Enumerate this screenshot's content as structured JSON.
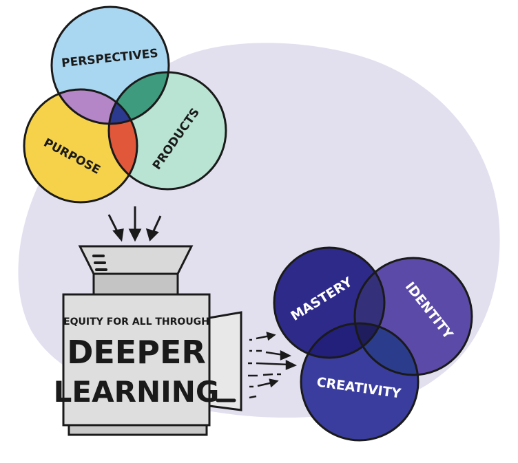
{
  "top_venn": {
    "perspectives": "PERSPECTIVES",
    "purpose": "PURPOSE",
    "products": "PRODUCTS"
  },
  "machine": {
    "line1": "EQUITY FOR ALL THROUGH",
    "line2": "DEEPER",
    "line3": "LEARNING"
  },
  "bottom_venn": {
    "mastery": "MASTERY",
    "identity": "IDENTITY",
    "creativity": "CREATIVITY"
  },
  "colors": {
    "background_blob": "#e2e0ef",
    "perspectives": "#a9d6f0",
    "purpose": "#f5d24a",
    "products": "#b9e3d2",
    "overlap_perspectives_purpose": "#b486c8",
    "overlap_perspectives_products": "#3e9b7e",
    "overlap_purpose_products": "#e0573a",
    "overlap_center": "#2b3a8e",
    "mastery": "#2e2a8a",
    "identity": "#5c4aa8",
    "creativity": "#3a3d9e",
    "machine_body": "#d8d8d8",
    "outline": "#1a1a1a"
  }
}
